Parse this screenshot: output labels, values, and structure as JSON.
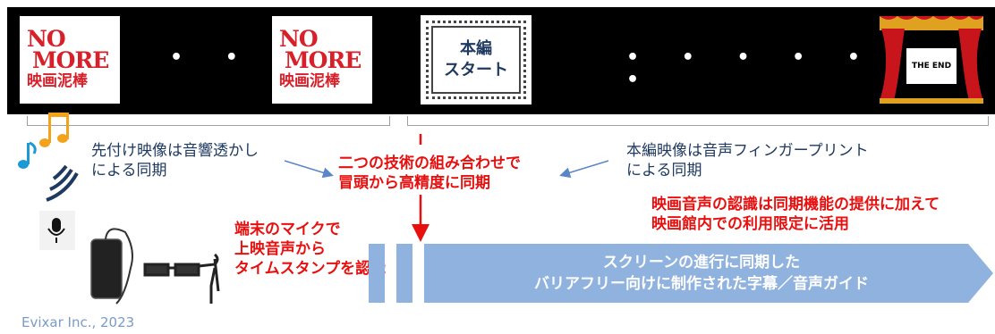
{
  "posters": {
    "left": {
      "line1": "NO",
      "line2": "MORE",
      "line3": "映画泥棒"
    },
    "right": {
      "line1": "NO",
      "line2": "MORE",
      "line3": "映画泥棒"
    }
  },
  "ticket": {
    "line1": "本編",
    "line2": "スタート"
  },
  "the_end": "THE END",
  "dots_short": "• • •",
  "dots_long": "• • • • • • • •",
  "left_caption": {
    "line1": "先付け映像は音響透かし",
    "line2": "による同期"
  },
  "right_caption": {
    "line1": "本編映像は音声フィンガープリント",
    "line2": "による同期"
  },
  "center_caption": {
    "line1": "二つの技術の組み合わせで",
    "line2": "冒頭から高精度に同期"
  },
  "mic_caption": {
    "line1": "端末のマイクで",
    "line2": "上映音声から",
    "line3": "タイムスタンプを認識"
  },
  "recognition_caption": {
    "line1": "映画音声の認識は同期機能の提供に加えて",
    "line2": "映画館内での利用限定に活用"
  },
  "arrow_text": {
    "line1": "スクリーンの進行に同期した",
    "line2": "バリアフリー向けに制作された字幕／音声ガイド"
  },
  "footer": "Evixar Inc., 2023",
  "colors": {
    "navy": "#1f3a60",
    "red": "#e8100f",
    "arrow_blue": "#8fb2df",
    "strip": "#000000"
  }
}
